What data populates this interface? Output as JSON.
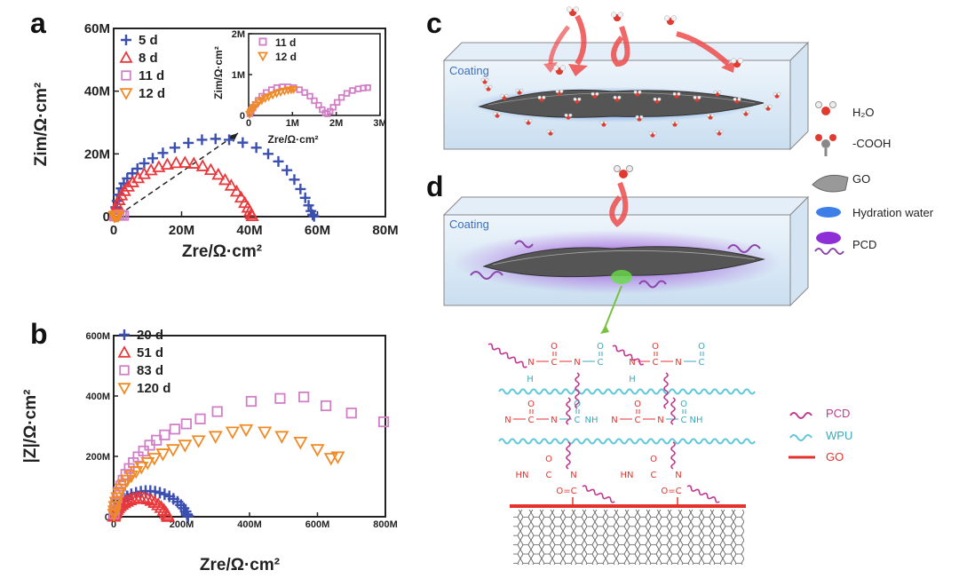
{
  "panels": {
    "a": "a",
    "b": "b",
    "c": "c",
    "d": "d"
  },
  "chart_data": [
    {
      "type": "scatter",
      "id": "a-main",
      "xlabel": "Zre/Ω·cm²",
      "ylabel": "Zim/Ω·cm²",
      "xlim": [
        0,
        80
      ],
      "ylim": [
        0,
        60
      ],
      "xticks": [
        "0",
        "20M",
        "40M",
        "60M",
        "80M"
      ],
      "yticks": [
        "0",
        "20M",
        "40M",
        "60M"
      ],
      "series": [
        {
          "name": "5 d",
          "marker": "plus",
          "color": "#3b4fb0",
          "x": [
            0.3,
            0.6,
            1.0,
            1.5,
            2.2,
            3,
            4,
            5.5,
            7,
            9,
            11.5,
            14.5,
            18,
            22,
            26,
            30,
            34,
            38,
            42,
            45.5,
            48.5,
            51,
            53.2,
            55,
            56.4,
            57.4,
            58.1,
            58.6,
            59
          ],
          "y": [
            1,
            3,
            5,
            7,
            9,
            10.6,
            12.2,
            13.8,
            15.3,
            17,
            18.6,
            20.3,
            22,
            23.5,
            24.5,
            24.8,
            24.5,
            23.6,
            22,
            20,
            17.6,
            14.8,
            11.8,
            8.8,
            6,
            3.6,
            1.8,
            0.6,
            0.1
          ]
        },
        {
          "name": "8 d",
          "marker": "triangle-up",
          "color": "#e8383c",
          "x": [
            0.3,
            0.6,
            1,
            1.6,
            2.3,
            3.2,
            4.3,
            5.6,
            7.2,
            9,
            11,
            13.3,
            15.8,
            18.4,
            21,
            23.6,
            26.2,
            28.6,
            30.8,
            32.8,
            34.6,
            36.2,
            37.5,
            38.6,
            39.5,
            40.1,
            40.5,
            40.8
          ],
          "y": [
            0.8,
            2.2,
            3.8,
            5.3,
            6.8,
            8.2,
            9.6,
            11,
            12.3,
            13.6,
            14.8,
            15.8,
            16.6,
            17.1,
            17.2,
            16.9,
            16.1,
            14.9,
            13.4,
            11.7,
            9.9,
            8,
            6.1,
            4.4,
            2.9,
            1.7,
            0.8,
            0.2
          ]
        },
        {
          "name": "11 d",
          "marker": "square",
          "color": "#d17fc6",
          "x": [
            0.2,
            0.6,
            1.1,
            1.7,
            2.4,
            3.0
          ],
          "y": [
            0.1,
            0.3,
            0.5,
            0.6,
            0.5,
            0.3
          ]
        },
        {
          "name": "12 d",
          "marker": "triangle-down",
          "color": "#f08a24",
          "x": [
            0.2,
            0.4,
            0.7,
            1.0,
            1.3
          ],
          "y": [
            0.1,
            0.2,
            0.3,
            0.3,
            0.2
          ]
        }
      ]
    },
    {
      "type": "scatter",
      "id": "a-inset",
      "xlabel": "Zre/Ω·cm²",
      "ylabel": "Zim/Ω·cm²",
      "xlim": [
        0,
        3
      ],
      "ylim": [
        0,
        2
      ],
      "xticks": [
        "0",
        "1M",
        "2M",
        "3M"
      ],
      "yticks": [
        "0",
        "1M",
        "2M"
      ],
      "series": [
        {
          "name": "11 d",
          "marker": "square",
          "color": "#d17fc6",
          "x": [
            0.03,
            0.06,
            0.1,
            0.15,
            0.22,
            0.3,
            0.4,
            0.52,
            0.64,
            0.77,
            0.9,
            1.03,
            1.16,
            1.28,
            1.4,
            1.5,
            1.6,
            1.68,
            1.75,
            1.8,
            1.86,
            1.93,
            2.02,
            2.12,
            2.24,
            2.37,
            2.5,
            2.62,
            2.72
          ],
          "y": [
            0.04,
            0.1,
            0.18,
            0.27,
            0.37,
            0.47,
            0.56,
            0.63,
            0.68,
            0.7,
            0.7,
            0.68,
            0.63,
            0.56,
            0.47,
            0.36,
            0.25,
            0.14,
            0.06,
            0.04,
            0.1,
            0.2,
            0.32,
            0.44,
            0.54,
            0.61,
            0.65,
            0.67,
            0.68
          ]
        },
        {
          "name": "12 d",
          "marker": "triangle-down",
          "color": "#f08a24",
          "x": [
            0.02,
            0.05,
            0.08,
            0.12,
            0.17,
            0.23,
            0.3,
            0.38,
            0.46,
            0.55,
            0.64,
            0.73,
            0.82,
            0.9,
            0.97,
            1.03
          ],
          "y": [
            0.03,
            0.08,
            0.14,
            0.2,
            0.26,
            0.32,
            0.37,
            0.42,
            0.46,
            0.5,
            0.54,
            0.57,
            0.6,
            0.62,
            0.63,
            0.64
          ]
        }
      ]
    },
    {
      "type": "scatter",
      "id": "b",
      "xlabel": "Zre/Ω·cm²",
      "ylabel": "|Z|/Ω·cm²",
      "xlim": [
        0,
        800
      ],
      "ylim": [
        0,
        620
      ],
      "xticks": [
        "0",
        "200M",
        "400M",
        "600M",
        "800M"
      ],
      "yticks": [
        "0",
        "200M",
        "400M",
        "600M"
      ],
      "series": [
        {
          "name": "20 d",
          "marker": "plus",
          "color": "#3b4fb0",
          "x": [
            1,
            2,
            4,
            7,
            11,
            16,
            22,
            30,
            40,
            52,
            66,
            80,
            94,
            108,
            122,
            136,
            150,
            164,
            176,
            188,
            198,
            206,
            212,
            216,
            219
          ],
          "y": [
            3,
            10,
            18,
            27,
            36,
            45,
            54,
            62,
            70,
            77,
            82,
            86,
            88,
            88,
            86,
            82,
            77,
            70,
            61,
            51,
            40,
            29,
            18,
            8,
            2
          ]
        },
        {
          "name": "51 d",
          "marker": "triangle-up",
          "color": "#e8383c",
          "x": [
            1,
            2,
            4,
            6,
            9,
            13,
            18,
            24,
            31,
            39,
            48,
            58,
            68,
            78,
            89,
            100,
            111,
            121,
            131,
            140,
            148,
            154,
            158,
            160
          ],
          "y": [
            2,
            7,
            13,
            19,
            25,
            31,
            37,
            43,
            48,
            53,
            58,
            62,
            64,
            65,
            64,
            61,
            56,
            49,
            41,
            32,
            22,
            13,
            6,
            1
          ]
        },
        {
          "name": "83 d",
          "marker": "square",
          "color": "#d17fc6",
          "x": [
            1,
            3,
            6,
            10,
            15,
            21,
            28,
            36,
            46,
            58,
            72,
            88,
            106,
            126,
            150,
            180,
            214,
            255,
            305,
            405,
            490,
            560,
            625,
            700,
            795
          ],
          "y": [
            10,
            25,
            45,
            65,
            85,
            105,
            125,
            145,
            165,
            185,
            205,
            225,
            245,
            262,
            280,
            300,
            318,
            335,
            360,
            395,
            405,
            410,
            380,
            355,
            325
          ]
        },
        {
          "name": "120 d",
          "marker": "triangle-down",
          "color": "#f08a24",
          "x": [
            1,
            2,
            4,
            7,
            11,
            16,
            22,
            30,
            40,
            52,
            66,
            82,
            100,
            120,
            145,
            175,
            210,
            250,
            300,
            350,
            390,
            445,
            495,
            550,
            600,
            640,
            660
          ],
          "y": [
            8,
            20,
            35,
            50,
            65,
            80,
            95,
            110,
            125,
            140,
            155,
            170,
            185,
            200,
            215,
            230,
            245,
            260,
            275,
            290,
            298,
            290,
            275,
            255,
            230,
            200,
            205
          ]
        }
      ]
    }
  ],
  "inset_legend": [
    {
      "name": "11 d",
      "marker": "square",
      "color": "#d17fc6"
    },
    {
      "name": "12 d",
      "marker": "triangle-down",
      "color": "#f08a24"
    }
  ],
  "schematic": {
    "coating_label": "Coating",
    "key": {
      "h2o": "H₂O",
      "cooh": "-COOH",
      "go": "GO",
      "hydration": "Hydration water",
      "pcd": "PCD"
    },
    "chem_key": {
      "pcd": "PCD",
      "wpu": "WPU",
      "go": "GO"
    },
    "chem_labels": {
      "O": "O",
      "C": "C",
      "N": "N",
      "H": "H",
      "NH": "NH",
      "HN": "HN",
      "OC": "O=C"
    }
  },
  "colors": {
    "plus": "#3b4fb0",
    "tri_up": "#e8383c",
    "square": "#d17fc6",
    "tri_down": "#f08a24",
    "coating_blue": "#cfe3f2",
    "pcd_purple": "#8e44ad",
    "wpu_cyan": "#5cc8d8",
    "go_red": "#e5322d"
  }
}
